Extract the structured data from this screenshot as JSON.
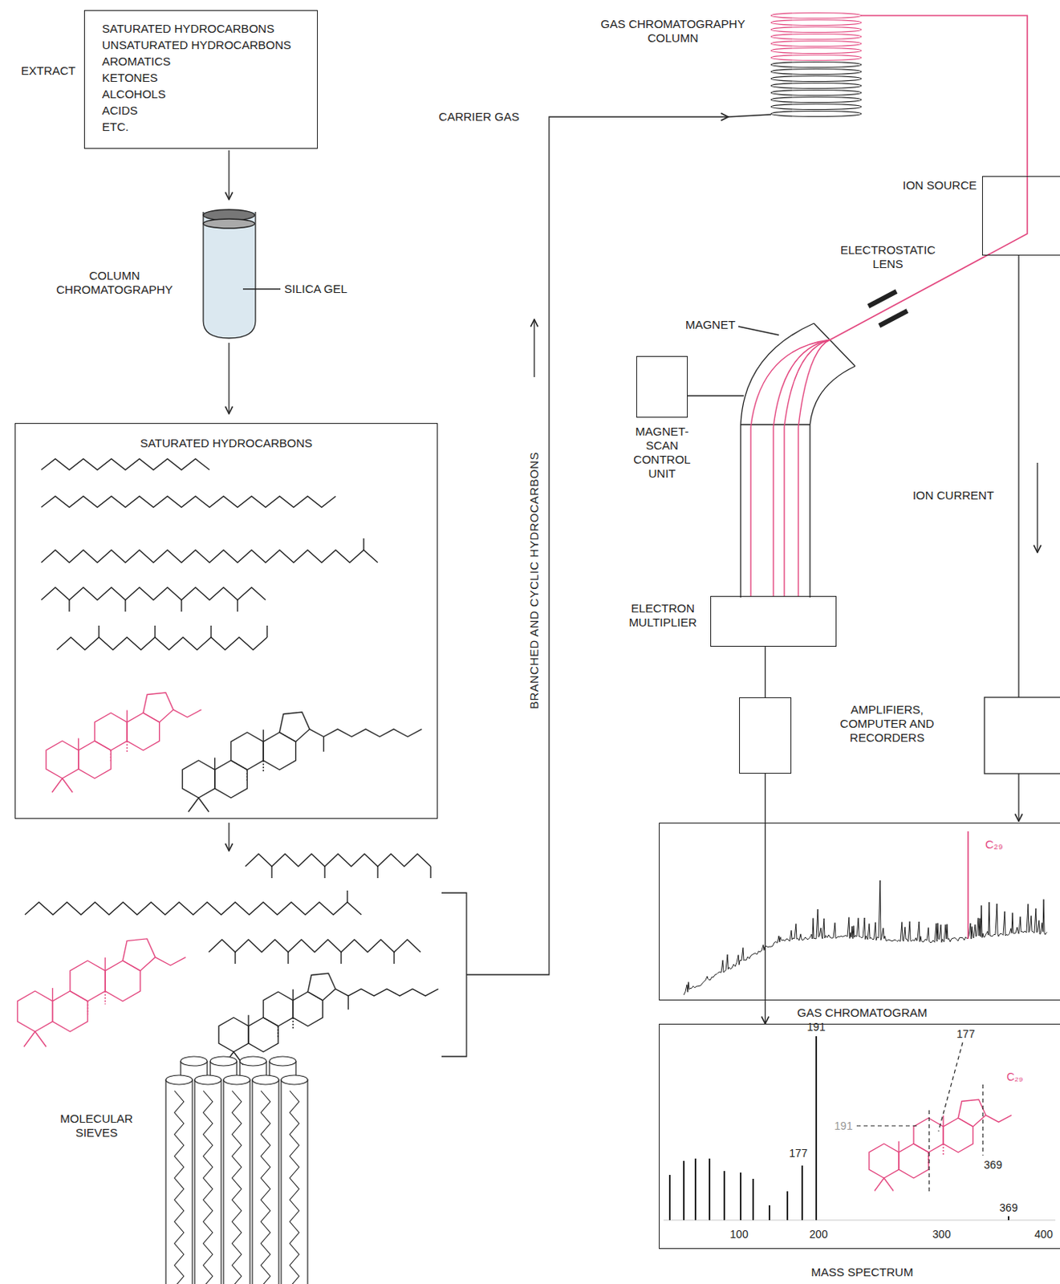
{
  "diagram": {
    "nodes": [
      {
        "text": [
          "EXTRACT",
          "SATURATED HYDROCARBONS",
          "UNSATURATED HYDROCARBONS",
          "AROMATICS",
          "KETONES",
          "ALCOHOLS",
          "ACIDS",
          "ETC."
        ]
      },
      {
        "text": [
          "SATURATED HYDROCARBONS"
        ]
      },
      {
        "text": [
          "ION SOURCE"
        ]
      },
      {
        "text": [
          "MAGNET-SCAN CONTROL UNIT"
        ]
      },
      {
        "text": [
          "ELECTRON MULTIPLIER"
        ]
      },
      {
        "text": [
          "AMPLIFIERS, COMPUTER AND RECORDERS"
        ]
      },
      {
        "text": [
          "C₂₉",
          "GAS CHROMATOGRAM"
        ]
      },
      {
        "text": [
          "MASS SPECTRUM"
        ]
      }
    ],
    "edges": [
      {
        "from": 4,
        "to": 5,
        "arrow": "none"
      },
      {
        "from": 5,
        "to": 7,
        "arrow": "to"
      }
    ],
    "labels": [
      "COLUMN CHROMATOGRAPHY",
      "SILICA GEL",
      "MOLECULAR SIEVES",
      "BRANCHED AND CYCLIC HYDROCARBONS",
      "CARRIER GAS",
      "GAS CHROMATOGRAPHY COLUMN",
      "ELECTROSTATIC LENS",
      "MAGNET",
      "ION CURRENT",
      "191",
      "177",
      "177",
      "C₂₉",
      "191",
      "369",
      "369",
      "100",
      "200",
      "300",
      "400"
    ]
  }
}
